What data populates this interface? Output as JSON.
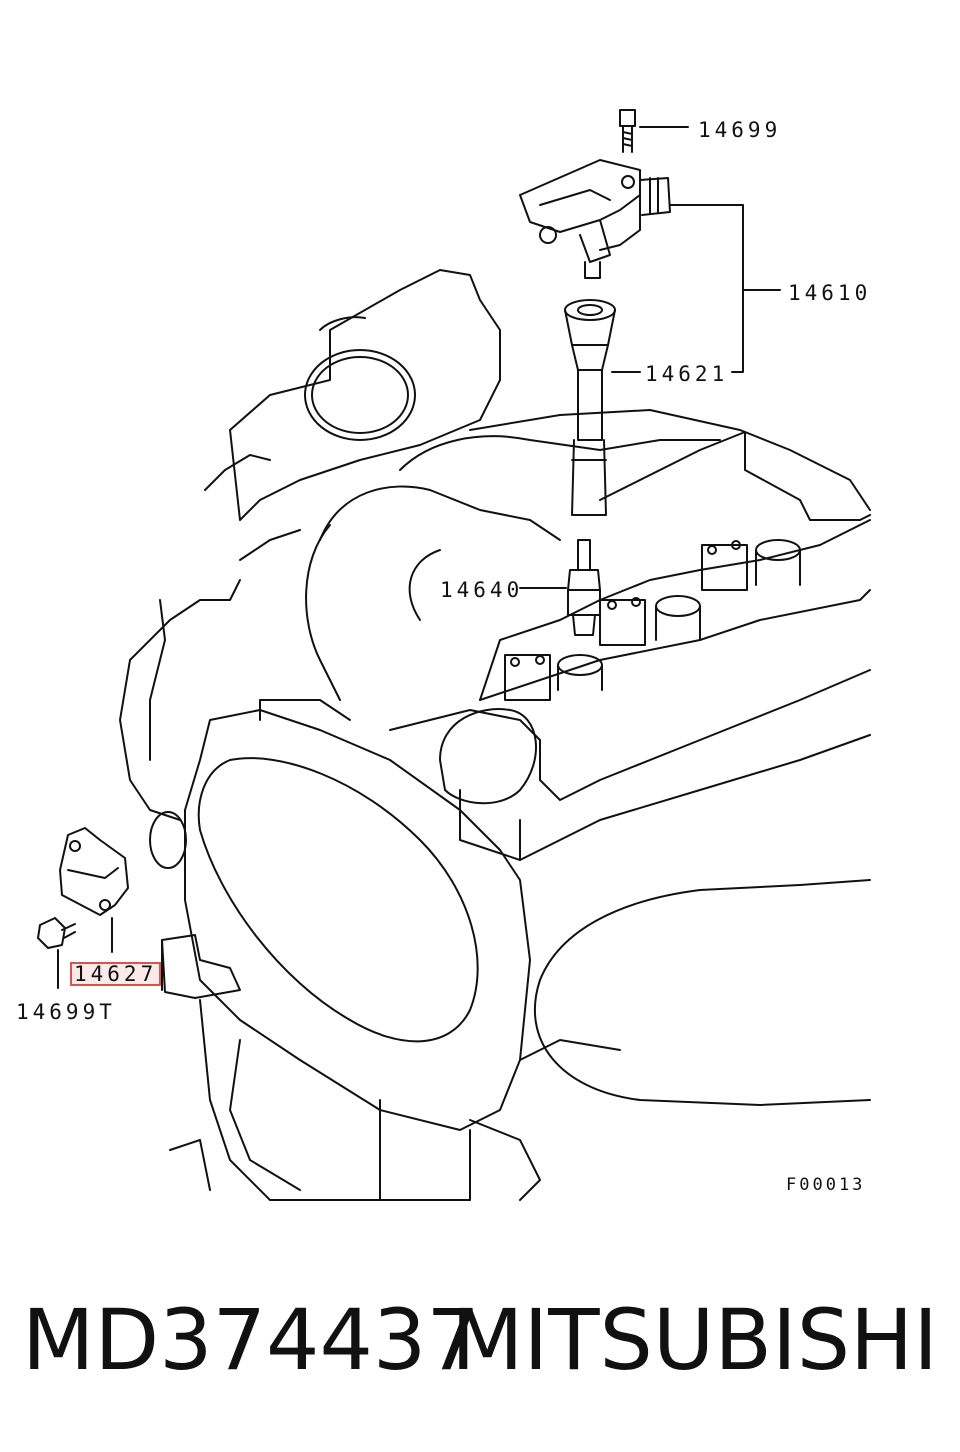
{
  "diagram": {
    "callouts": {
      "bolt_top": "14699",
      "ignition_coil": "14610",
      "coil_boot": "14621",
      "spark_plug": "14640",
      "sensor": "14627",
      "sensor_bolt": "14699T"
    },
    "figure_code": "F00013",
    "highlight_color": "#d9534f"
  },
  "footer": {
    "part_number": "MD374437",
    "brand": "MITSUBISHI"
  }
}
